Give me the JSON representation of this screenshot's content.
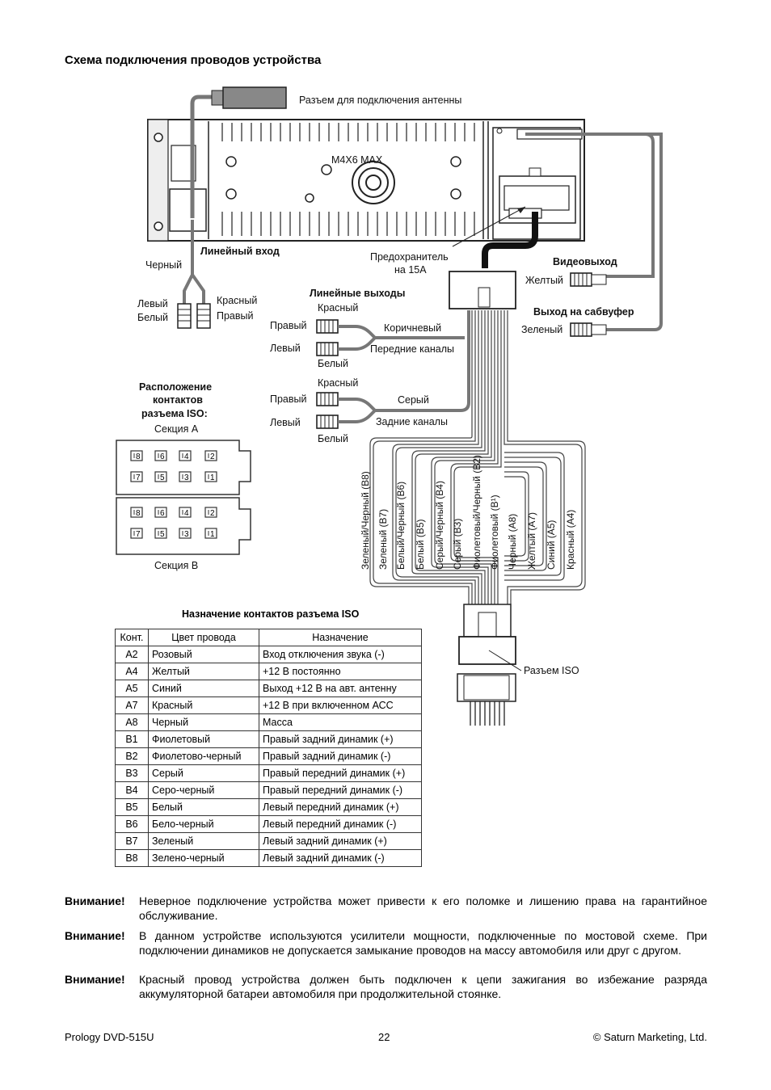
{
  "heading": "Схема подключения проводов устройства",
  "labels": {
    "antenna": "Разъем для  подключения антенны",
    "bolt": "M4X6  MAX",
    "line_in": "Линейный вход",
    "black": "Черный",
    "left": "Левый",
    "white": "Белый",
    "red": "Красный",
    "right": "Правый",
    "fuse1": "Предохранитель",
    "fuse2": "на 15А",
    "video_out": "Видеовыход",
    "yellow": "Желтый",
    "sub_out": "Выход на сабвуфер",
    "green": "Зеленый",
    "line_outs": "Линейные выходы",
    "lo_red": "Красный",
    "lo_right": "Правый",
    "lo_left": "Левый",
    "lo_brown": "Коричневый",
    "lo_front": "Передние каналы",
    "lo_white": "Белый",
    "lo2_red": "Красный",
    "lo2_right": "Правый",
    "lo2_left": "Левый",
    "lo2_grey": "Серый",
    "lo2_rear": "Задние каналы",
    "lo2_white": "Белый",
    "iso_layout1": "Расположение",
    "iso_layout2": "контактов",
    "iso_layout3": "разъема ISO:",
    "section_a": "Секция А",
    "section_b": "Секция В",
    "iso_connector": "Разъем ISO"
  },
  "pins": [
    "8",
    "6",
    "4",
    "2",
    "7",
    "5",
    "3",
    "1"
  ],
  "wires": [
    "Зеленый/Черный (В8)",
    "Зеленый (В7)",
    "Белый/Черный (В6)",
    "Белый (В5)",
    "Серый/Черный (В4)",
    "Серый (В3)",
    "Фиолетовый/Черный (В2)",
    "Фиолетовый (В¹)",
    "Черный (А8)",
    "Желтый (А7)",
    "Синий (А5)",
    "Красный (А4)"
  ],
  "table": {
    "title": "Назначение контактов разъема ISO",
    "headers": [
      "Конт.",
      "Цвет провода",
      "Назначение"
    ],
    "rows": [
      [
        "А2",
        "Розовый",
        "Вход отключения звука (-)"
      ],
      [
        "А4",
        "Желтый",
        "+12 В постоянно"
      ],
      [
        "А5",
        "Синий",
        "Выход +12 В на авт. антенну"
      ],
      [
        "А7",
        "Красный",
        "+12 В при включенном АСС"
      ],
      [
        "А8",
        "Черный",
        "Масса"
      ],
      [
        "В1",
        "Фиолетовый",
        "Правый задний динамик (+)"
      ],
      [
        "В2",
        "Фиолетово-черный",
        "Правый задний динамик (-)"
      ],
      [
        "В3",
        "Серый",
        "Правый передний динамик (+)"
      ],
      [
        "В4",
        "Серо-черный",
        "Правый передний динамик (-)"
      ],
      [
        "В5",
        "Белый",
        "Левый передний динамик (+)"
      ],
      [
        "В6",
        "Бело-черный",
        "Левый передний динамик (-)"
      ],
      [
        "В7",
        "Зеленый",
        "Левый задний динамик (+)"
      ],
      [
        "В8",
        "Зелено-черный",
        "Левый задний динамик (-)"
      ]
    ]
  },
  "warnings": [
    {
      "label": "Внимание!",
      "text": "Неверное подключение устройства может привести к его поломке и лишению права на гарантийное обслуживание."
    },
    {
      "label": "Внимание!",
      "text": "В данном устройстве используются усилители мощности, подключенные по мостовой схеме. При подключении динамиков не допускается замыкание проводов на массу автомобиля или друг с другом."
    },
    {
      "label": "Внимание!",
      "text": "Красный провод устройства должен быть подключен к цепи зажигания во избежание разряда аккумуляторной батареи автомобиля при продолжительной стоянке."
    }
  ],
  "footer": {
    "left": "Prology DVD-515U",
    "center": "22",
    "right": "© Saturn Marketing, Ltd."
  }
}
